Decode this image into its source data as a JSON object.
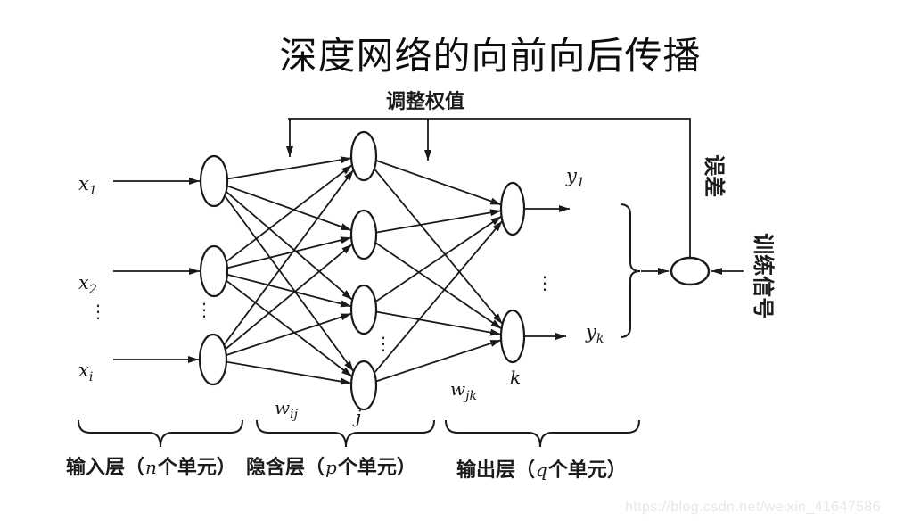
{
  "title": "深度网络的向前向后传播",
  "watermark": "https://blog.csdn.net/weixin_41647586",
  "colors": {
    "line": "#1a1a1a",
    "text": "#141414",
    "watermark": "#e7e7e7",
    "background": "#ffffff"
  },
  "diagram": {
    "adjust_weights_label": "调整权值",
    "error_label": "误差",
    "training_signal_label": "训练信号",
    "ellipsis": "⋮",
    "input_labels": [
      {
        "base": "x",
        "sub": "1"
      },
      {
        "base": "x",
        "sub": "2"
      },
      {
        "base": "x",
        "sub": "i"
      }
    ],
    "output_labels": [
      {
        "base": "y",
        "sub": "1"
      },
      {
        "base": "y",
        "sub": "k"
      }
    ],
    "weight_labels": [
      {
        "base": "w",
        "sub": "ij"
      },
      {
        "base": "w",
        "sub": "jk"
      }
    ],
    "hidden_index_label": "j",
    "output_index_label": "k",
    "layer_captions": [
      {
        "prefix": "输入层（",
        "variable": "n",
        "suffix": "个单元）"
      },
      {
        "prefix": "隐含层（",
        "variable": "p",
        "suffix": "个单元）"
      },
      {
        "prefix": "输出层（",
        "variable": "q",
        "suffix": "个单元）"
      }
    ]
  }
}
